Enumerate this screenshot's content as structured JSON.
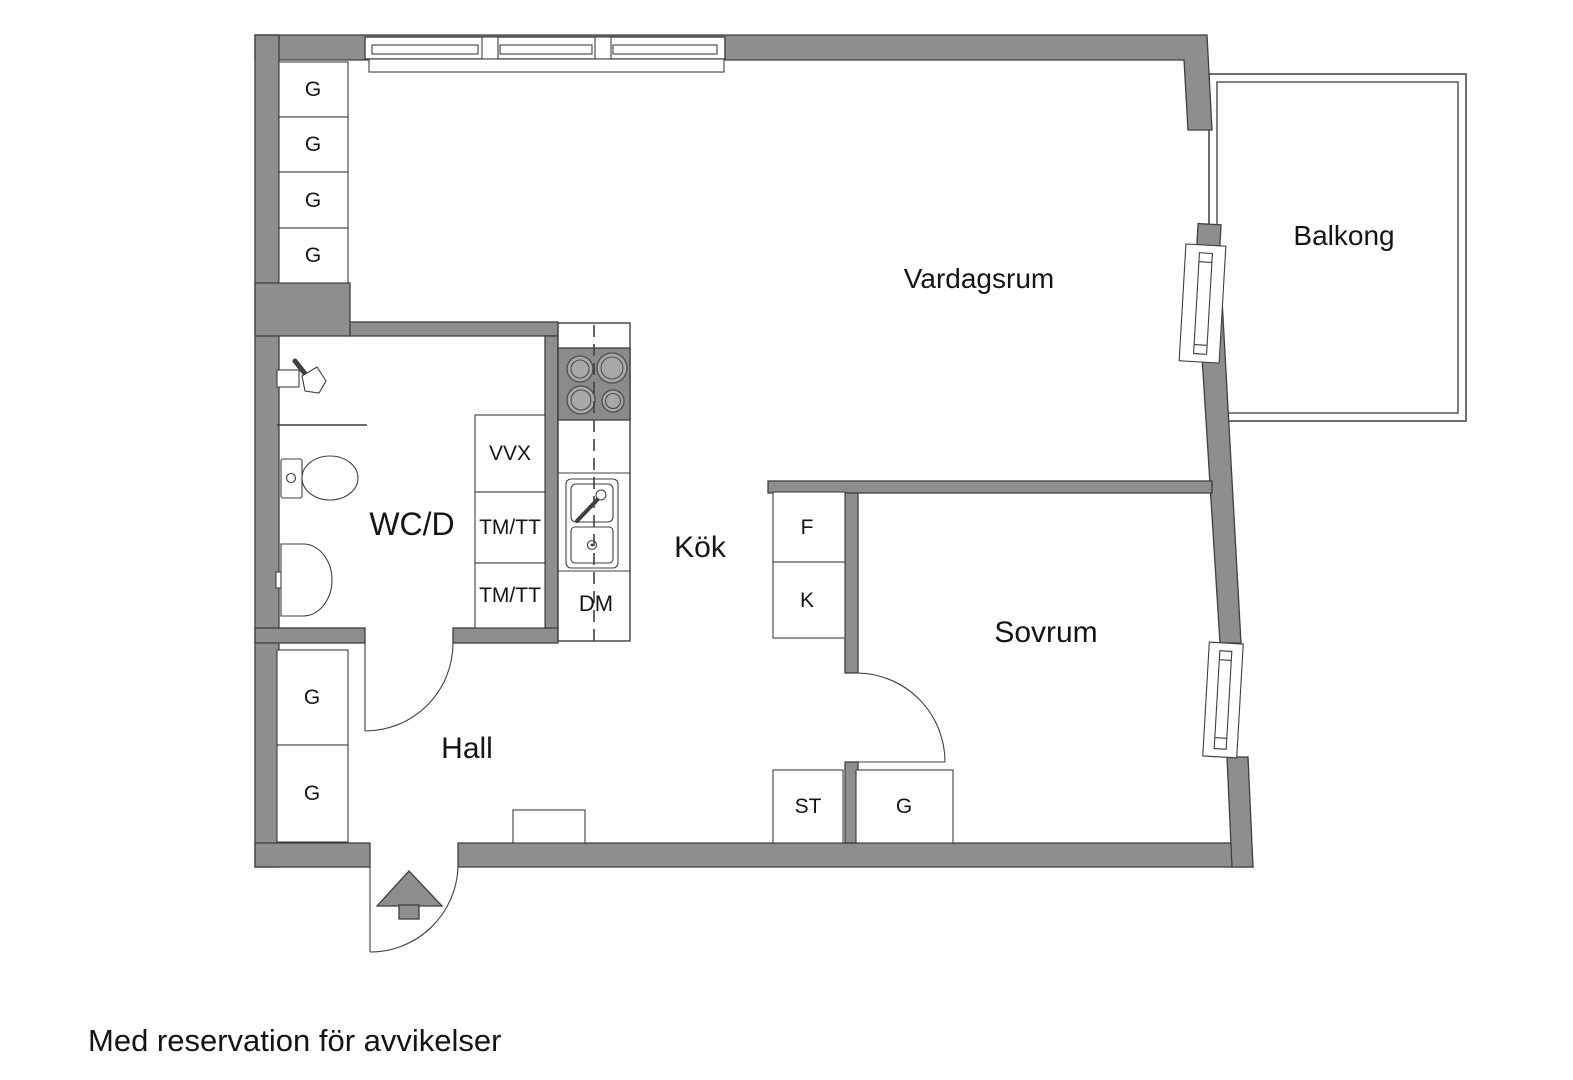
{
  "colors": {
    "wall": "#8e8e8e",
    "stove": "#8b8b8b",
    "burner": "#a8a8a8",
    "line": "#3f3f3f",
    "ink": "#141414"
  },
  "rooms": {
    "living": "Vardagsrum",
    "balcony": "Balkong",
    "bathroom": "WC/D",
    "kitchen": "Kök",
    "bedroom": "Sovrum",
    "hall": "Hall"
  },
  "units": {
    "top_wardrobes": [
      "G",
      "G",
      "G",
      "G"
    ],
    "hall_wardrobes": [
      "G",
      "G"
    ],
    "water_heater": "VVX",
    "washer_dryer_1": "TM/TT",
    "washer_dryer_2": "TM/TT",
    "dishwasher": "DM",
    "fridge": "F",
    "freezer": "K",
    "storage": "ST",
    "bedroom_wardrobe": "G"
  },
  "footer": {
    "disclaimer": "Med reservation för avvikelser"
  }
}
